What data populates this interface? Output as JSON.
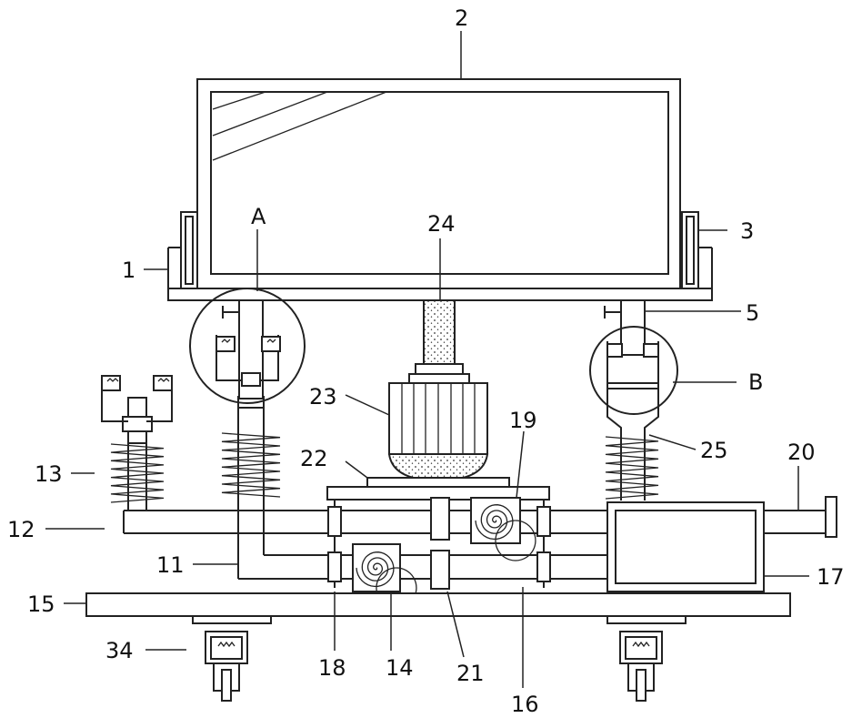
{
  "labels": {
    "l1": "1",
    "l2": "2",
    "l3": "3",
    "l5": "5",
    "l11": "11",
    "l12": "12",
    "l13": "13",
    "l14": "14",
    "l15": "15",
    "l16": "16",
    "l17": "17",
    "l18": "18",
    "l19": "19",
    "l20": "20",
    "l21": "21",
    "l22": "22",
    "l23": "23",
    "l24": "24",
    "l25": "25",
    "l34": "34",
    "lA": "A",
    "lB": "B"
  }
}
